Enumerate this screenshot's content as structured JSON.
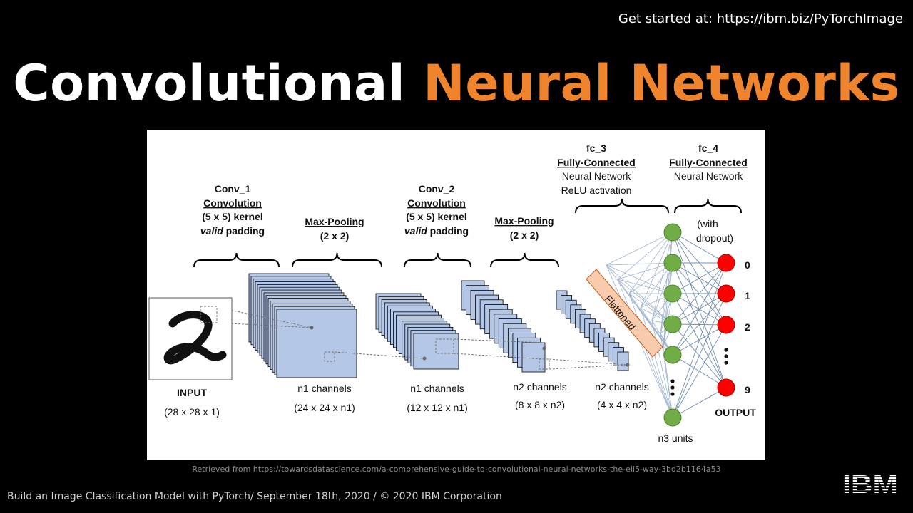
{
  "header": {
    "get_started": "Get started at: https://ibm.biz/PyTorchImage",
    "title_part1": "Convolutional",
    "title_part2": "Neural Networks"
  },
  "colors": {
    "accent_orange": "#f0842c",
    "feature_map_fill": "#b4c7e7",
    "hidden_node": "#70ad47",
    "output_node": "#ff0000",
    "flatten_fill": "#f8cbad"
  },
  "diagram": {
    "input": {
      "label": "INPUT",
      "dims": "(28 x 28 x 1)"
    },
    "conv1": {
      "name": "Conv_1",
      "op": "Convolution",
      "kernel": "(5 x 5) kernel",
      "padding_italic": "valid",
      "padding_rest": " padding",
      "channels": "n1 channels",
      "dims": "(24 x 24 x n1)"
    },
    "pool1": {
      "op": "Max-Pooling",
      "size": "(2 x 2)",
      "channels": "n1 channels",
      "dims": "(12 x 12 x n1)"
    },
    "conv2": {
      "name": "Conv_2",
      "op": "Convolution",
      "kernel": "(5 x 5) kernel",
      "padding_italic": "valid",
      "padding_rest": " padding"
    },
    "pool2": {
      "op": "Max-Pooling",
      "size": "(2 x 2)",
      "channels": "n2 channels",
      "dims": "(8 x 8 x n2)"
    },
    "flatten": {
      "label": "Flattened",
      "channels": "n2 channels",
      "dims": "(4 x 4 x n2)"
    },
    "fc3": {
      "name": "fc_3",
      "op": "Fully-Connected",
      "line1": "Neural Network",
      "line2": "ReLU activation",
      "units": "n3 units"
    },
    "fc4": {
      "name": "fc_4",
      "op": "Fully-Connected",
      "line1": "Neural Network",
      "dropout1": "(with",
      "dropout2": "dropout)",
      "output_label": "OUTPUT",
      "outputs": [
        "0",
        "1",
        "2",
        "9"
      ]
    }
  },
  "credit": "Retrieved from https://towardsdatascience.com/a-comprehensive-guide-to-convolutional-neural-networks-the-eli5-way-3bd2b1164a53",
  "footer": "Build an Image Classification Model with PyTorch/ September 18th, 2020 / © 2020 IBM Corporation",
  "logo": {
    "text": "IBM"
  }
}
